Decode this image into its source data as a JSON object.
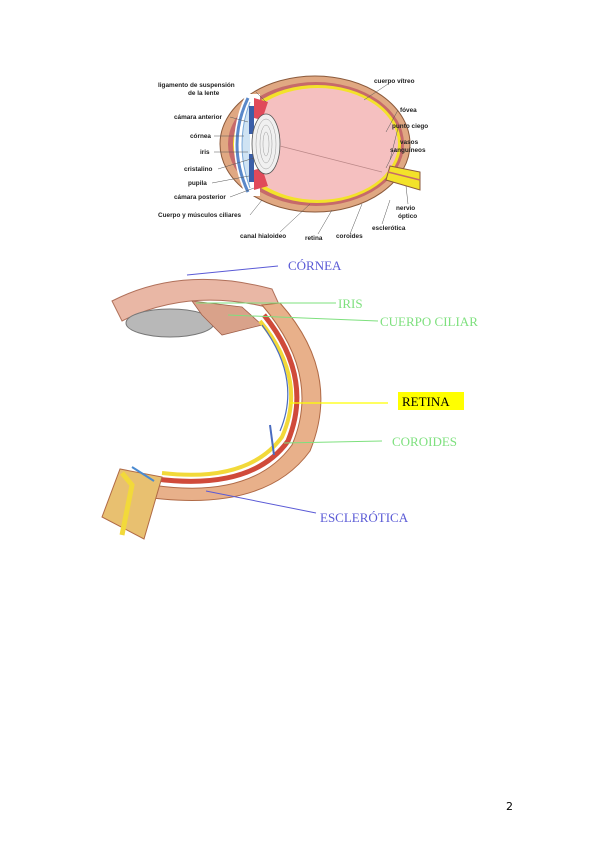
{
  "page_number": "2",
  "figure1": {
    "labels": {
      "ligamento": "ligamento de suspensión",
      "ligamento2": "de la lente",
      "camara_anterior": "cámara anterior",
      "cornea": "córnea",
      "iris": "iris",
      "cristalino": "cristalino",
      "pupila": "pupila",
      "camara_posterior": "cámara posterior",
      "cuerpo_musculos": "Cuerpo y músculos ciliares",
      "canal": "canal hialoideo",
      "retina": "retina",
      "coroides": "coroides",
      "esclerotica": "esclerótica",
      "cuerpo_vitreo": "cuerpo vítreo",
      "fovea": "fóvea",
      "punto_ciego": "punto ciego",
      "vasos": "vasos",
      "vasos2": "sanguíneos",
      "nervio": "nervio",
      "nervio2": "óptico"
    }
  },
  "figure2": {
    "labels": {
      "cornea": "CÓRNEA",
      "iris": "IRIS",
      "cuerpo_ciliar": "CUERPO CILIAR",
      "retina": "RETINA",
      "coroides": "COROIDES",
      "esclerotica": "ESCLERÓTICA"
    },
    "colors": {
      "blue_label": "#5a5ad6",
      "green_label": "#7ee07e",
      "retina_highlight": "#ffff00"
    }
  }
}
